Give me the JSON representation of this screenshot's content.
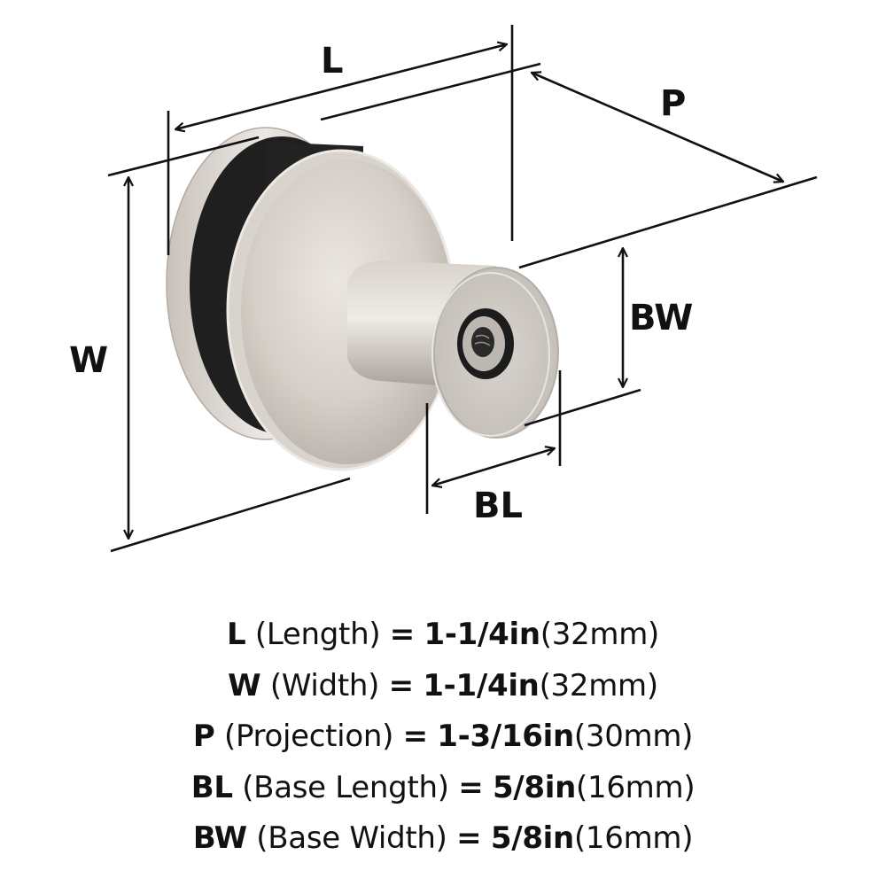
{
  "diagram": {
    "product": "round cabinet knob, satin nickel finish with black leather band",
    "labels": {
      "L": "L",
      "W": "W",
      "P": "P",
      "BL": "BL",
      "BW": "BW"
    },
    "colors": {
      "line": "#111111",
      "metal_light": "#e6e1dc",
      "metal_mid": "#cfc8c1",
      "metal_dark": "#a9a29b",
      "leather": "#1f1f1f",
      "background": "#ffffff"
    }
  },
  "specs": [
    {
      "code": "L",
      "name": "(Length)",
      "eq": "=",
      "imperial": "1-1/4in",
      "metric": "(32mm)"
    },
    {
      "code": "W",
      "name": "(Width)",
      "eq": "=",
      "imperial": "1-1/4in",
      "metric": "(32mm)"
    },
    {
      "code": "P",
      "name": "(Projection)",
      "eq": "=",
      "imperial": "1-3/16in",
      "metric": "(30mm)"
    },
    {
      "code": "BL",
      "name": "(Base Length)",
      "eq": "=",
      "imperial": "5/8in",
      "metric": "(16mm)"
    },
    {
      "code": "BW",
      "name": "(Base Width)",
      "eq": "=",
      "imperial": "5/8in",
      "metric": "(16mm)"
    }
  ]
}
